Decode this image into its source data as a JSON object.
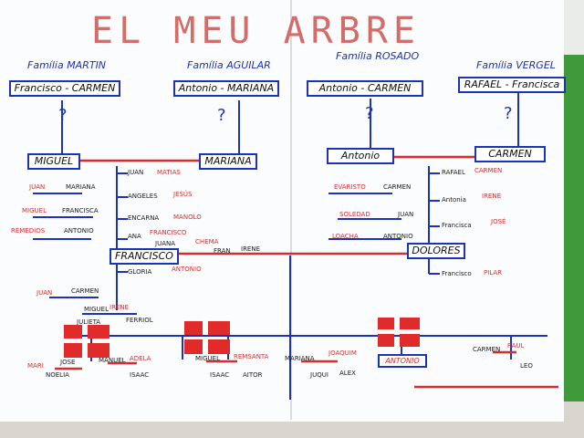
{
  "title": "EL MEU ARBRE",
  "families": [
    "Família MARTIN",
    "Família AGUILAR",
    "Família ROSADO",
    "Família VERGEL"
  ],
  "great_grandparents": [
    "Francisco - CARMEN",
    "Antonio - MARIANA",
    "Antonio - CARMEN",
    "RAFAEL - Francisca"
  ],
  "question_mark": "?",
  "grandparents": [
    "MIGUEL",
    "MARIANA",
    "Antonio",
    "CARMEN"
  ],
  "parents": [
    "FRANCISCO",
    "DOLORES"
  ],
  "left_branch": {
    "children": [
      "JUAN",
      "ANGELES",
      "ENCARNA",
      "ANA",
      "GLORIA"
    ],
    "spouses": [
      "MATIAS",
      "JESÚS",
      "MANOLO",
      "FRANCISCO",
      "ANTONIO"
    ],
    "couples": [
      {
        "a": "JUAN",
        "b": "MARIANA"
      },
      {
        "a": "MIGUEL",
        "b": "FRANCISCA"
      },
      {
        "a": "REMEDIOS",
        "b": "ANTONIO"
      },
      {
        "a": "JUAN",
        "b": "CARMEN"
      },
      {
        "a": "MIGUEL",
        "b": "IRENE"
      }
    ],
    "cousins_line": {
      "a": "JUANA",
      "b": "CHEMA",
      "c": "FRAN",
      "d": "IRENE"
    },
    "grandkids": [
      "JULIETA",
      "FERRIOL"
    ]
  },
  "right_branch": {
    "children": [
      "RAFAEL",
      "Antonia",
      "Francisca",
      "Francisco"
    ],
    "spouses": [
      "CARMEN",
      "IRENE",
      "JOSÉ",
      "PILAR"
    ],
    "couples": [
      {
        "a": "EVARISTO",
        "b": "CARMEN"
      },
      {
        "a": "SOLEDAD",
        "b": "JUAN"
      },
      {
        "a": "LOACHA",
        "b": "ANTONIO"
      }
    ]
  },
  "bottom": {
    "couples": [
      {
        "a": "MARI",
        "b": "JOSE"
      },
      {
        "a": "MANUEL",
        "b": "ADELA"
      },
      {
        "a": "MIGUEL",
        "b": "REMSANTA"
      },
      {
        "a": "MARIANA",
        "b": "JOAQUIM"
      },
      {
        "a": "CARMEN",
        "b": "RAUL"
      }
    ],
    "kids": [
      "NOELIA",
      "ISAAC",
      "ISAAC",
      "AITOR",
      "JUQUI",
      "ALEX",
      "LEO"
    ],
    "self": "ANTONIO"
  },
  "colors": {
    "blue": "#1c33b5",
    "red": "#d62e2e",
    "title": "#d36d6a",
    "green": "#3f9a3c"
  }
}
